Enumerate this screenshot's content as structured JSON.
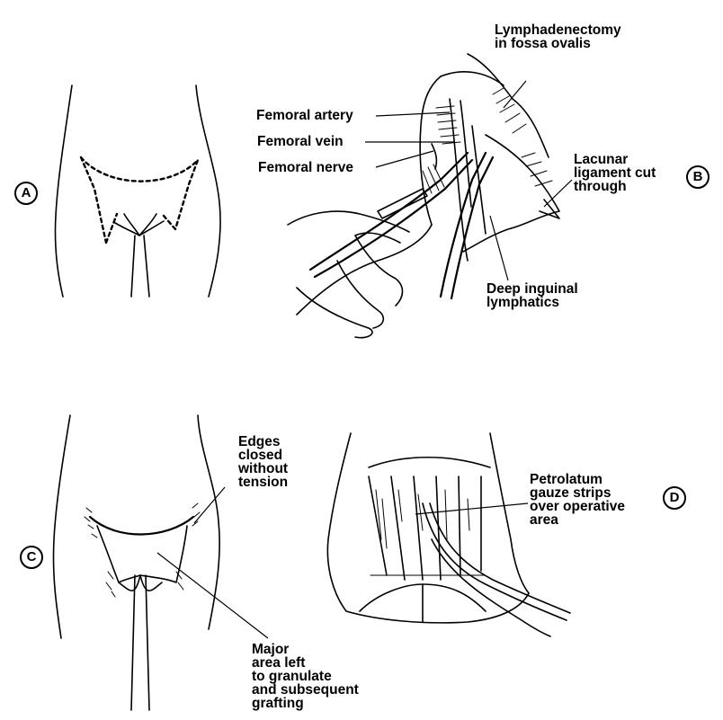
{
  "panels": {
    "a": {
      "letter": "A"
    },
    "b": {
      "letter": "B"
    },
    "c": {
      "letter": "C"
    },
    "d": {
      "letter": "D"
    }
  },
  "labels": {
    "lymphadenectomy": "Lymphadenectomy\nin fossa ovalis",
    "femoral_artery": "Femoral artery",
    "femoral_vein": "Femoral vein",
    "femoral_nerve": "Femoral nerve",
    "lacunar_ligament": "Lacunar\nligament cut\nthrough",
    "deep_inguinal": "Deep inguinal\nlymphatics",
    "edges_closed": "Edges\nclosed\nwithout\ntension",
    "petrolatum": "Petrolatum\ngauze strips\nover operative\narea",
    "major_area": "Major\narea left\nto granulate\nand subsequent\ngrafting"
  }
}
